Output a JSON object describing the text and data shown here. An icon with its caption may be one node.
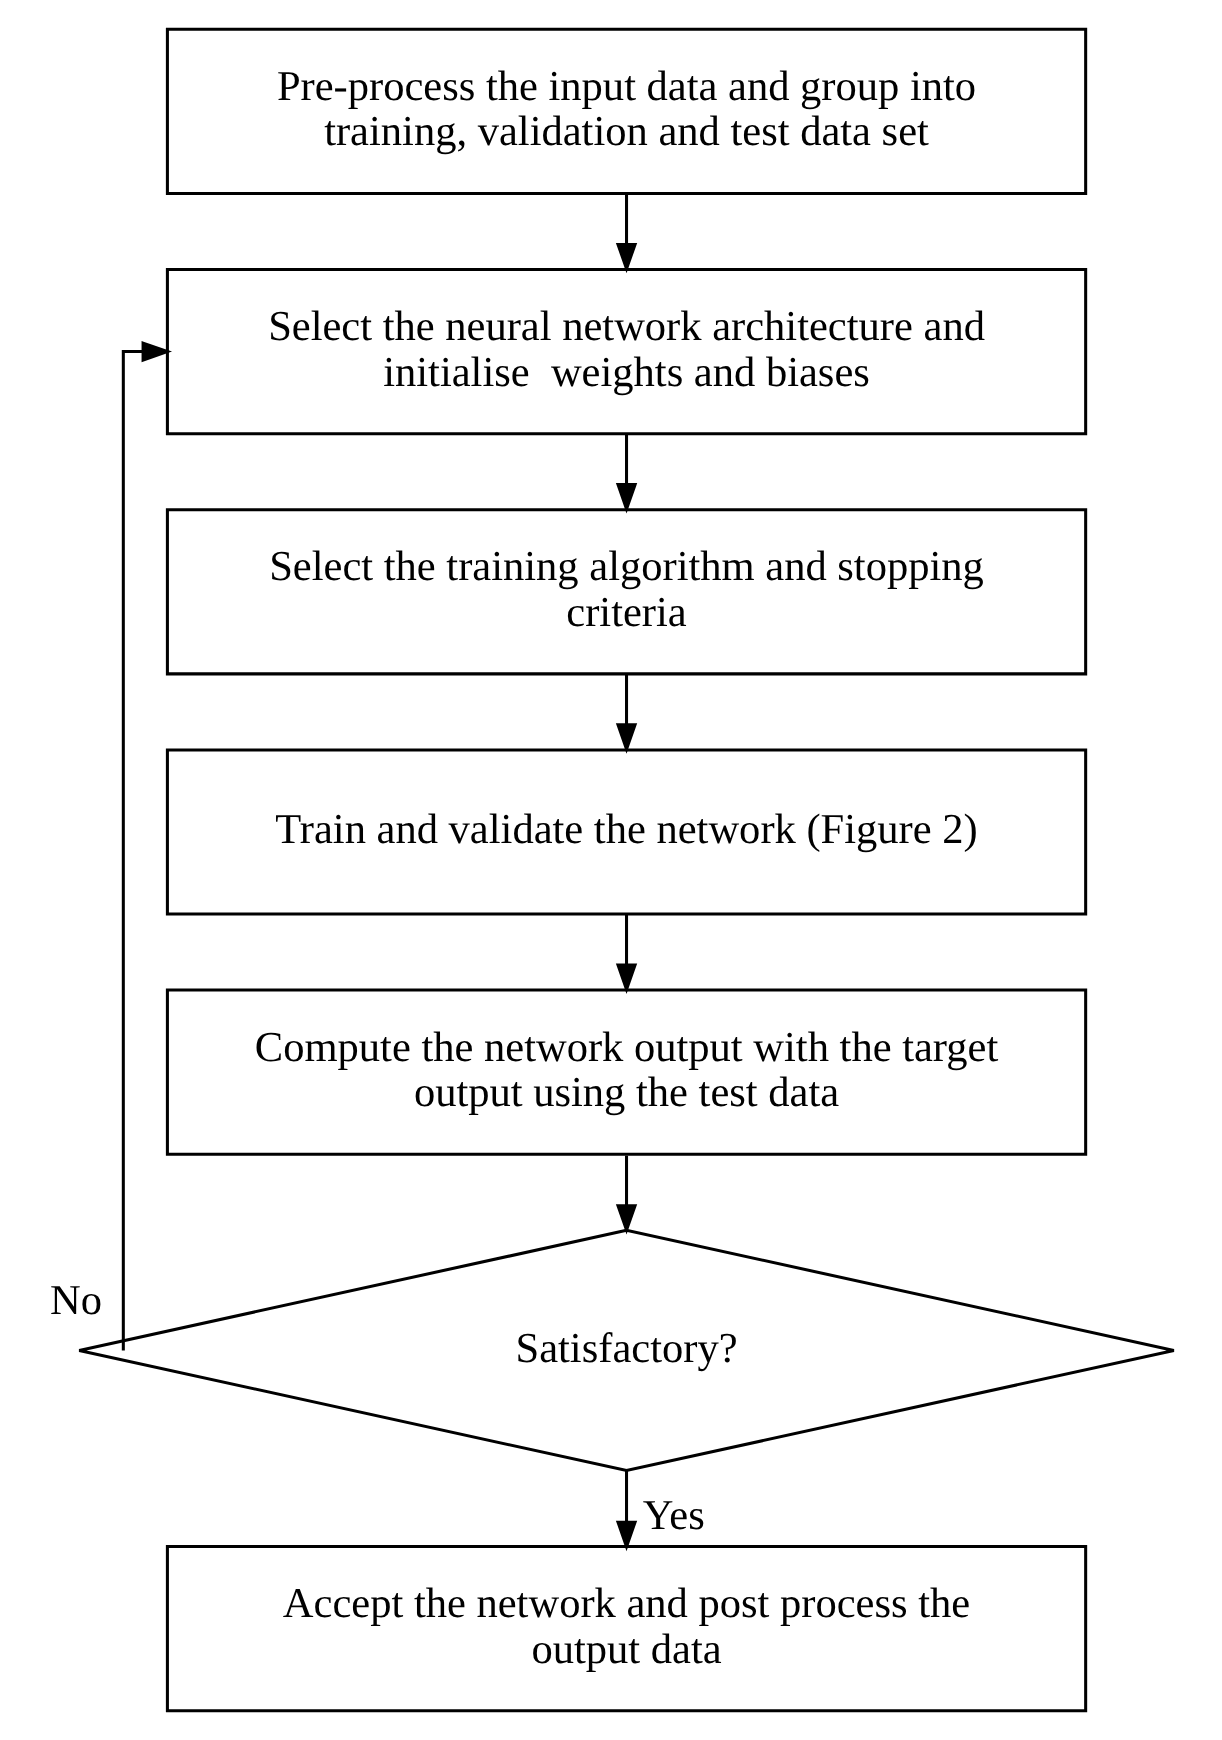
{
  "diagram": {
    "nodes": [
      {
        "text": [
          "Pre-process the input data and group into training, validation and test data set"
        ]
      },
      {
        "text": [
          "Select the neural network architecture and initialise  weights and biases"
        ]
      },
      {
        "text": [
          "Select the training algorithm and stopping criteria"
        ]
      },
      {
        "text": [
          "Train and validate the network (Figure 2)"
        ]
      },
      {
        "text": [
          "Compute the network output with the target output using the test data"
        ]
      },
      {
        "text": [
          "Satisfactory?"
        ]
      },
      {
        "text": [
          "Accept the network and post process the output data"
        ]
      }
    ],
    "edges": [
      {
        "from": 0,
        "to": 1,
        "arrow": "to"
      },
      {
        "from": 1,
        "to": 2,
        "arrow": "to"
      },
      {
        "from": 2,
        "to": 3,
        "arrow": "to"
      },
      {
        "from": 3,
        "to": 4,
        "arrow": "to"
      },
      {
        "from": 4,
        "to": 5,
        "arrow": "to"
      },
      {
        "from": 5,
        "to": 1,
        "arrow": "to",
        "label": "No"
      },
      {
        "from": 5,
        "to": 6,
        "arrow": "to",
        "label": "Yes"
      }
    ]
  }
}
